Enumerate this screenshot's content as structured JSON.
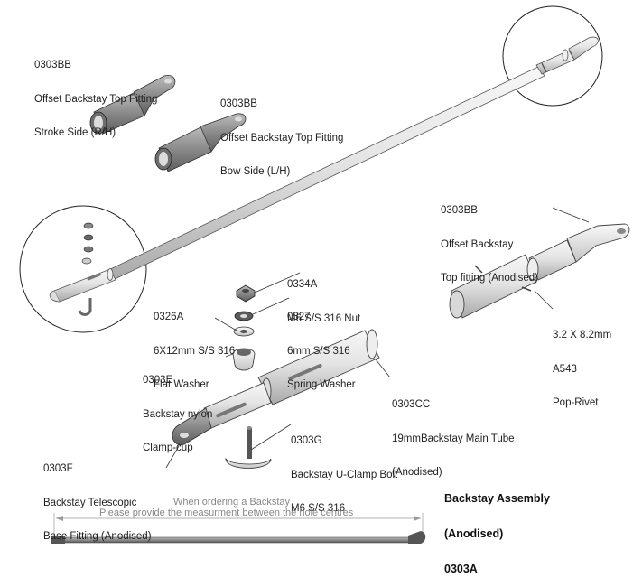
{
  "labels": {
    "top_fitting_stroke": [
      "0303BB",
      "Offset Backstay Top Fitting",
      "Stroke Side (R/H)"
    ],
    "top_fitting_bow": [
      "0303BB",
      "Offset Backstay Top Fitting",
      "Bow Side (L/H)"
    ],
    "top_fitting_anodised": [
      "0303BB",
      "Offset Backstay",
      "Top fitting (Anodised)"
    ],
    "nut": [
      "0334A",
      "M6 S/S 316 Nut"
    ],
    "flat_washer": [
      "0326A",
      "6X12mm S/S 316",
      "Flat Washer"
    ],
    "spring_washer": [
      "0327",
      "6mm S/S 316",
      "Spring Washer"
    ],
    "pop_rivet": [
      "3.2 X 8.2mm",
      "A543",
      "Pop-Rivet"
    ],
    "clamp_cup": [
      "0303E",
      "Backstay nylon",
      "Clamp-cup"
    ],
    "main_tube": [
      "0303CC",
      "19mmBackstay Main Tube",
      "(Anodised)"
    ],
    "u_clamp_bolt": [
      "0303G",
      "Backstay U-Clamp Bolt",
      "M6 S/S 316"
    ],
    "base_fitting": [
      "0303F",
      "Backstay Telescopic",
      "Base Fitting (Anodised)"
    ]
  },
  "assembly_title": [
    "Backstay Assembly",
    "(Anodised)",
    "0303A"
  ],
  "dimension_note": {
    "line1": "When ordering a Backstay",
    "line2": "Please provide the measurment between the hole centres"
  }
}
